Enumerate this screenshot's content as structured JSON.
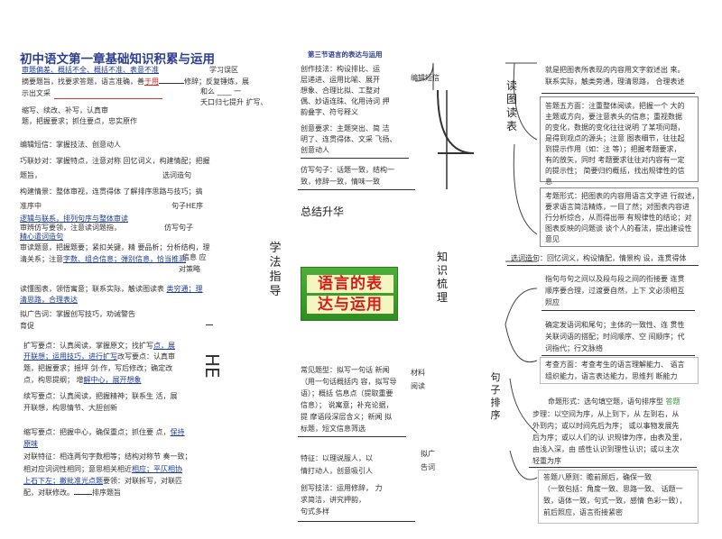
{
  "title": "初中语文第一章基础知识积累与运用",
  "left_col": {
    "l1": "审题偏差、概括不全、概括不准、表意不准",
    "l1b": "学习误区",
    "l2a": "摘要题旨，找要求答题，语言准确，善",
    "l2b": "于用",
    "l2c": "修辞；反复锤炼，展",
    "l3": "示出文采",
    "l3b": "和么 ____ 一",
    "l4": "夭口归七提升  扩写、",
    "l5": "缩写、续改、补写，认真审",
    "l6": "题，把握要求；抓住要点，忠实原作",
    "l7": "编辑短信：掌握技法、创意动人",
    "l8": "巧联妙对：掌握特点，注意对称  回忆词义，构建情配；把握",
    "l9a": "题旨，",
    "l9b": "选词造句",
    "l10": "构建情景：整体审视，连贯得体     了解排序思路与技巧；搞",
    "l11a": "准序中",
    "l11b": "句子HE序",
    "l12": "逻辑与联系，排列句序与整体审读",
    "l13a": "审辨仿写要领，注意读词题指，",
    "l13b": "仿写句子",
    "l14": "精心遣词造句",
    "l15": "审读题意，把握题要；紧扣关键，精  要品析；分析结构，理",
    "l16a": "清关系；注意",
    "l16b": "字数、组合信息；弹别信息，恰当推测",
    "l16c": "信息 应",
    "l17": "对策略",
    "l18a": "读懂图表，领悟寓意；联系实际，触",
    "l18b": "读图读表",
    "l18c": "类穷通；理",
    "l19": "清思路，合理表达",
    "l20": "拟广告词：掌握创写技巧，劝诫警告",
    "l21": "育促",
    "l22a": "扩写要点：认真阅读，掌握原文；找扩写",
    "l22b": "点，展",
    "l23a": "开联想；运用技巧，进行扩写",
    "l23b": "改写要点：认真审",
    "l24": "题，把握要求；摇坪  剑·作，写后修改；确定改",
    "l25a": "点，构思提纲；  增",
    "l25b": "解中心，展开想象",
    "l26": "续写要点：认真阅读，把握精神；联系生  活，展",
    "l27": "开联想，构思情节、大胆创新",
    "l28a": "缩写要点：把握中心，确保重点；抓住要  点，",
    "l28b": "保持",
    "l29": "原味",
    "l30": "对联特征：相连两句字数相等；结构对称节  奏一致；",
    "l31a": "相对应词词性相同；意思相关相近",
    "l31b": "相应；平仄相协",
    "l32a": "上石下左；撇批准光点题",
    "l32b": "要领：对联拆写，对联匹",
    "l33a": "配，对联修改。",
    "l33b": "排序题旨",
    "learn_guide": "学法指导",
    "he": "HE"
  },
  "mid_col": {
    "section_title": "第三节语言的表达与运用",
    "m1": "创作技法：构设排比、运",
    "m2": "层递进、运用比喻、展开",
    "m3": "想象、合理比拟、工整对",
    "m4": "偶、妙语连珠、化用诗词  押",
    "m5": "韵叠字、符号释义",
    "m_side": "编辑短信",
    "m6": "创意要求：主题突出、简  洁",
    "m7": "明了、连贯得体、文采  飞扬、",
    "m8": "创意动人",
    "m9": "仿写句子：话题一致，结构一",
    "m10": "致，修辞一致，情味一致",
    "summary": "总结升华",
    "banner1": "语言的表",
    "banner2": "达与运用",
    "knowledge": "知识梳理",
    "m11": "常见题型：拟写一句话  新闻",
    "m12": "（用一句话概括内  容，拟写导",
    "m13": "语）；概括  信息点（提取重要",
    "m14": "信息）；  说寓意；补充论据，",
    "m15": "提  摩语段深层含义；新闻  拟",
    "m16": "标题，短文信息筛选",
    "m_side2a": "材料",
    "m_side2b": "阅读",
    "m17": "特征：以理说服人，以",
    "m18": "情打动人，创意吸引人",
    "m_side3a": "拟广",
    "m_side3b": "告词",
    "m19": "创写技法：运用修辞，  力",
    "m20": "求简洁，讲究押韵，",
    "m21": "句式多样"
  },
  "right_col": {
    "r1": "就是把图表所表现的内容用文字叙述出  来。",
    "r2": "联系实际，触类旁通，理清思路，  合理表述",
    "read_chart": "读图读表",
    "r3": "答题五方面：注重整体阅读，把握一个  大的",
    "r4": "主题或方向，要注意表头的信息；重视数据",
    "r5": "的变化，数据的变化往往说明  了某项问题，",
    "r6": "是得到观点的源头；注意  图表细节，往往起",
    "r7": "到提示作用（如：注  等）；把握考题要求，",
    "r8": "有的放矢，同时  考题要求往往对内容有一定",
    "r9": "的提示性；  简要归约概括，找出规律性的信",
    "r10": "息",
    "r11": "考题形式：把图表的内容用语言文字进  行叙述，",
    "r12": "要求语言简洁精炼，一目了然；对图表内容进",
    "r13": "行分析综合，从而得出带  有规律性的结论；对",
    "r14": "图表反映的问题谈  谈个人的看法，提出建设性",
    "r15": "意见",
    "r16": "选词造句：回忆词义，构设情配，情景构  设，连贯得体",
    "r17": "指句与句之间以及段与段之间的衔接要  连贯",
    "r18": "顺序要合理，过渡要自然，上下  文必须相互",
    "r19": "照应",
    "r20": "确定发语词和尾句；主体的一致性、连  贯性",
    "r21": "关联词语的搭配；时间顺序、空  间顺序；代",
    "r22": "词指代；行文脉络",
    "sentence_order": "句子排序",
    "r23": "考查方面：考查考生的语言理解能力、  语言",
    "r24": "组织能力，语言表达能力，思维判  断能力",
    "r25a": "命题形式：选句填空题，语句排序型",
    "r25b": "   答题",
    "r26": "步理：以空间为序，从上到下，从  左到右，从",
    "r27": "外到内；或以时间先后为序；  或以事物发展先",
    "r28": "后为序；或以人们的认  识规律为序，由表及里，",
    "r29": "由浅入深，由  感性认识到理性认识；或以主次",
    "r30": "轻重为序",
    "r31": "答题八原则：瞻前顾后，确保一致",
    "r32": "（一致包括：角度一致、思路一致、  话题一",
    "r33": "致，语体一致，句式一致，感情  色彩一致），",
    "r34": "前后照应，语言衔接紧密"
  },
  "colors": {
    "title": "#2d3e8f",
    "accent_red": "#d22222",
    "accent_green": "#2a9a2a",
    "banner_green": "#3aa02e"
  }
}
